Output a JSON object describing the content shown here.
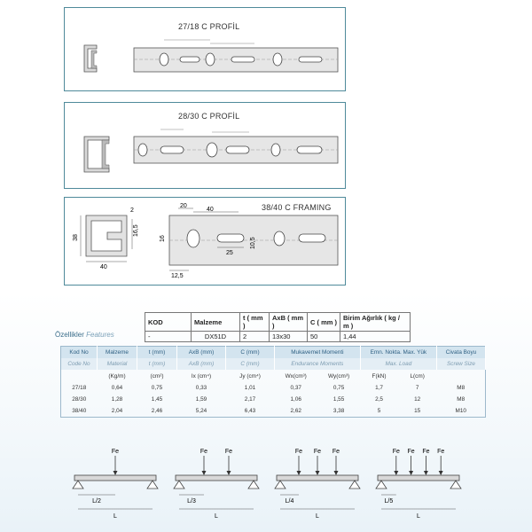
{
  "panels": [
    {
      "title": "27/18 C PROFİL"
    },
    {
      "title": "28/30 C PROFİL"
    },
    {
      "title": "38/40 C FRAMING",
      "dims": {
        "d2": "2",
        "d38": "38",
        "d165": "16,5",
        "d40": "40",
        "d20": "20",
        "d40b": "40",
        "d16": "16",
        "d25": "25",
        "d105": "10,5",
        "d125": "12,5"
      }
    }
  ],
  "kod_table": {
    "headers": [
      "KOD",
      "Malzeme",
      "t ( mm )",
      "AxB ( mm )",
      "C ( mm )",
      "Birim Ağırlık ( kg / m )"
    ],
    "row": [
      "-",
      "DX51D",
      "2",
      "13x30",
      "50",
      "1,44"
    ]
  },
  "features": {
    "label": "Özellikler",
    "label_en": "Features"
  },
  "specs": {
    "header_tr": [
      "Kod No",
      "Malzeme",
      "t (mm)",
      "AxB (mm)",
      "C (mm)",
      "Mukavemet Momenti",
      "Emn. Nokta. Max. Yük",
      "Civata Boyu"
    ],
    "header_en": [
      "Code No",
      "Material",
      "t (mm)",
      "AxB (mm)",
      "C (mm)",
      "Endurance Moments",
      "Max. Load",
      "Screw Size"
    ],
    "units": [
      "",
      "(Kg/m)",
      "(cm²)",
      "Ix (cm⁴)",
      "Jy (cm⁴)",
      "Wx(cm³)",
      "Wy(cm³)",
      "F(kN)",
      "L(cm)",
      ""
    ],
    "rows": [
      [
        "27/18",
        "0,64",
        "0,75",
        "0,33",
        "1,01",
        "0,37",
        "0,75",
        "1,7",
        "7",
        "M8"
      ],
      [
        "28/30",
        "1,28",
        "1,45",
        "1,59",
        "2,17",
        "1,06",
        "1,55",
        "2,5",
        "12",
        "M8"
      ],
      [
        "38/40",
        "2,04",
        "2,46",
        "5,24",
        "6,43",
        "2,62",
        "3,38",
        "5",
        "15",
        "M10"
      ]
    ]
  },
  "load_diagrams": [
    {
      "force": "Fe",
      "count": 1,
      "span": "L/2",
      "length": "L"
    },
    {
      "force": "Fe",
      "count": 2,
      "span": "L/3",
      "length": "L"
    },
    {
      "force": "Fe",
      "count": 3,
      "span": "L/4",
      "length": "L"
    },
    {
      "force": "Fe",
      "count": 4,
      "span": "L/5",
      "length": "L"
    }
  ],
  "colors": {
    "frame": "#4f8a9a",
    "header": "#2d5f82",
    "steel": "#e8e8e8"
  }
}
